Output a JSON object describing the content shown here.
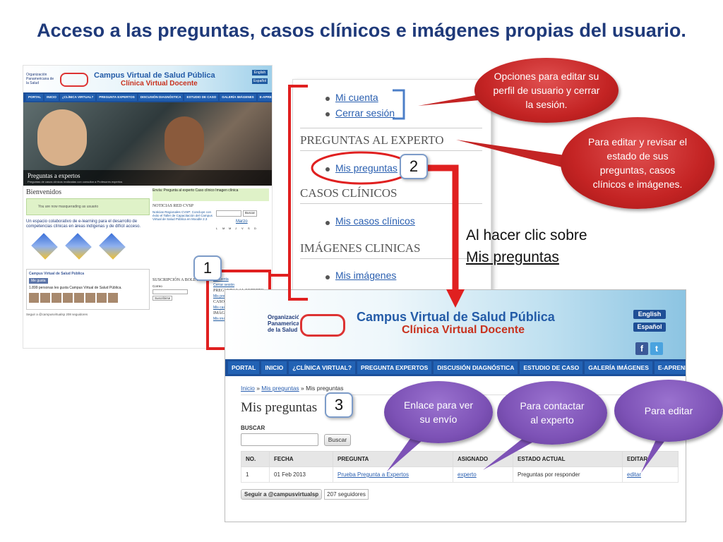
{
  "title": "Acceso a las preguntas, casos clínicos e imágenes propias del usuario.",
  "left_screenshot": {
    "org": "Organización Panamericana de la Salud",
    "site_title": "Campus Virtual de Salud Pública",
    "site_subtitle": "Clínica Virtual Docente",
    "lang_en": "English",
    "lang_es": "Español",
    "nav": [
      "PORTAL",
      "INICIO",
      "¿CLÍNICA VIRTUAL?",
      "PREGUNTA EXPERTOS",
      "DISCUSIÓN DIAGNÓSTICA",
      "ESTUDIO DE CASO",
      "GALERÍA IMÁGENES",
      "E-APRENDIZAJE"
    ],
    "banner_caption": "Preguntas a expertos",
    "banner_sub": "Preguntas de casos clínicos realizadas con consultar a Profesores expertos",
    "welcome": "Bienvenidos",
    "notice": "You are now masquerading as usuario",
    "intro": "Un espacio colaborativo de e-learning para el desarrollo de competencias clínicas en áreas indígenas y de difícil acceso.",
    "fb_title": "Campus Virtual de Salud Pública",
    "fb_like": "Me gusta",
    "fb_count": "1.899 personas les gusta Campus Virtual de Salud Pública.",
    "follow": "Seguir a @campusvirtualsp",
    "follow_count": "208 seguidores",
    "side_links": "Envía: Pregunta al experto  Caso clínico  Imagen clínica",
    "news_head": "NOTICIAS RED CVSP",
    "news": "Noticias Regionales CVSP: Concluye con éxito el Taller de Capacitación del Campus Virtual de Salud Pública en Moodle 2.3",
    "search_btn": "Buscar",
    "calendar_month": "Marzo",
    "calendar_days": [
      "L",
      "M",
      "M",
      "J",
      "V",
      "S",
      "D"
    ],
    "bulletin": "SUSCRIPCIÓN A BOLETÍN",
    "bulletin_mail": "Correo",
    "bulletin_sub": "Suscribirse",
    "highlight": {
      "links1": [
        "Mi cuenta",
        "Cerrar sesión"
      ],
      "sec1": "PREGUNTAS AL EXPERTO",
      "link2": "Mis preguntas",
      "sec2": "CASOS CLÍNICOS",
      "link3": "Mis casos clínicos",
      "sec3": "IMÁGENES CLINICAS",
      "link4": "Mis imágenes"
    }
  },
  "zoom": {
    "links_account": [
      "Mi cuenta",
      "Cerrar sesión"
    ],
    "section_expert": "PREGUNTAS AL EXPERTO",
    "link_questions": "Mis preguntas",
    "section_cases": "CASOS CLÍNICOS",
    "link_cases": "Mis casos clínicos",
    "section_images": "IMÁGENES CLINICAS",
    "link_images": "Mis imágenes"
  },
  "callouts": {
    "options": "Opciones para editar su perfil de usuario y cerrar la sesión.",
    "edit_review": "Para editar y revisar el estado de sus preguntas, casos clínicos e imágenes.",
    "link_view": "Enlace para ver su envío",
    "contact": "Para contactar al experto",
    "edit": "Para editar"
  },
  "steps": [
    "1",
    "2",
    "3"
  ],
  "note": {
    "line1": "Al hacer clic sobre",
    "line2": "Mis preguntas"
  },
  "bottom_screenshot": {
    "org": "Organización Panamericana de la Salud",
    "site_title": "Campus Virtual de Salud Pública",
    "site_subtitle": "Clínica Virtual Docente",
    "lang_en": "English",
    "lang_es": "Español",
    "nav": [
      "PORTAL",
      "INICIO",
      "¿CLÍNICA VIRTUAL?",
      "PREGUNTA EXPERTOS",
      "DISCUSIÓN DIAGNÓSTICA",
      "ESTUDIO DE CASO",
      "GALERÍA IMÁGENES",
      "E-APRENDIZAJE"
    ],
    "breadcrumb_home": "Inicio",
    "breadcrumb_sep": " » ",
    "breadcrumb_mine": "Mis preguntas",
    "breadcrumb_current": "Mis preguntas",
    "page_title": "Mis preguntas",
    "search_label": "BUSCAR",
    "search_button": "Buscar",
    "table": {
      "headers": [
        "NO.",
        "FECHA",
        "PREGUNTA",
        "ASIGNADO",
        "ESTADO ACTUAL",
        "EDITAR"
      ],
      "rows": [
        [
          "1",
          "01 Feb 2013",
          "Prueba Pregunta a Expertos",
          "experto",
          "Preguntas por responder",
          "editar"
        ]
      ]
    },
    "follow": "Seguir a @campusvirtualsp",
    "follow_count": "207 seguidores"
  },
  "colors": {
    "title": "#1f3a7a",
    "red_callout": "#c42424",
    "purple_callout": "#7d52b6",
    "highlight": "#e02020",
    "nav": "#1b4f9a",
    "link": "#2a5fb0"
  }
}
